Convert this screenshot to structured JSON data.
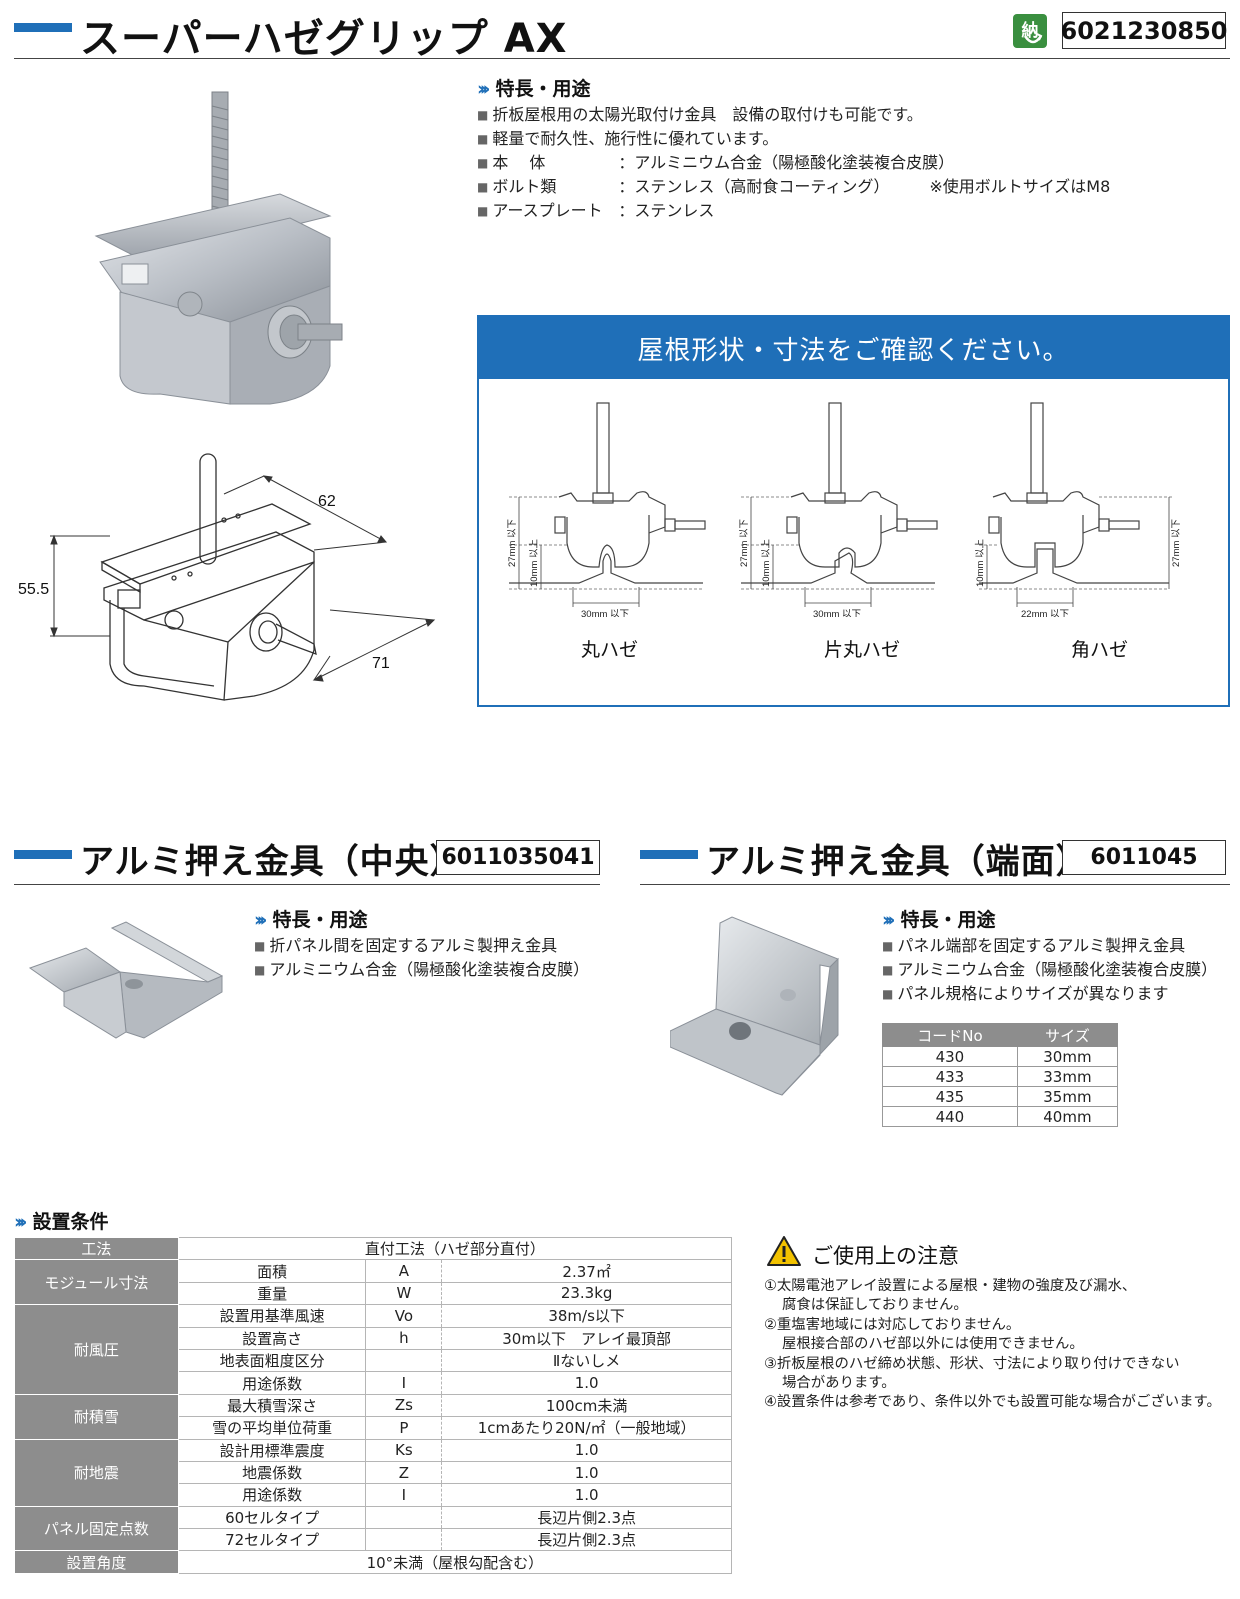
{
  "product1": {
    "title": "スーパーハゼグリップ AX",
    "delivery_badge": "納",
    "code": "6021230850",
    "features_title": "特長・用途",
    "features": [
      {
        "label": "",
        "text": "折板屋根用の太陽光取付け金具　設備の取付けも可能です。"
      },
      {
        "label": "",
        "text": "軽量で耐久性、施行性に優れています。"
      },
      {
        "label": "本　 体",
        "text": "：アルミニウム合金（陽極酸化塗装複合皮膜）"
      },
      {
        "label": "ボルト類",
        "text": "：ステンレス（高耐食コーティング）　　　※使用ボルトサイズはM8"
      },
      {
        "label": "アースプレート",
        "text": "：ステンレス"
      }
    ],
    "dimensions": {
      "width": "62",
      "depth": "71",
      "height": "55.5"
    }
  },
  "roof_box": {
    "title": "屋根形状・寸法をご確認ください。",
    "types": [
      {
        "name": "丸ハゼ",
        "dim_top": "27mm 以下",
        "dim_mid": "10mm 以上",
        "dim_bottom": "30mm 以下"
      },
      {
        "name": "片丸ハゼ",
        "dim_top": "27mm 以下",
        "dim_mid": "10mm 以上",
        "dim_bottom": "30mm 以下"
      },
      {
        "name": "角ハゼ",
        "dim_top": "27mm 以下",
        "dim_mid": "10mm 以上",
        "dim_bottom": "22mm 以下"
      }
    ]
  },
  "product2": {
    "title": "アルミ押え金具（中央）AX",
    "code": "6011035041",
    "features_title": "特長・用途",
    "features": [
      "折パネル間を固定するアルミ製押え金具",
      "アルミニウム合金（陽極酸化塗装複合皮膜）"
    ]
  },
  "product3": {
    "title": "アルミ押え金具（端面）AX",
    "code": "6011045",
    "features_title": "特長・用途",
    "features": [
      "パネル端部を固定するアルミ製押え金具",
      "アルミニウム合金（陽極酸化塗装複合皮膜）",
      "パネル規格によりサイズが異なります"
    ],
    "size_table": {
      "headers": [
        "コードNo",
        "サイズ"
      ],
      "rows": [
        [
          "430",
          "30mm"
        ],
        [
          "433",
          "33mm"
        ],
        [
          "435",
          "35mm"
        ],
        [
          "440",
          "40mm"
        ]
      ]
    }
  },
  "installation": {
    "title": "設置条件",
    "rows": {
      "method_label": "工法",
      "method_value": "直付工法（ハゼ部分直付）",
      "module_label": "モジュール寸法",
      "area_label": "面積",
      "area_sym": "A",
      "area_value": "2.37㎡",
      "weight_label": "重量",
      "weight_sym": "W",
      "weight_value": "23.3kg",
      "wind_label": "耐風圧",
      "wind_speed_label": "設置用基準風速",
      "wind_speed_sym": "Vo",
      "wind_speed_value": "38m/s以下",
      "height_label": "設置高さ",
      "height_sym": "h",
      "height_value": "30m以下　アレイ最頂部",
      "rough_label": "地表面粗度区分",
      "rough_value": "Ⅱないしメ",
      "use1_label": "用途係数",
      "use1_sym": "I",
      "use1_value": "1.0",
      "snow_label": "耐積雪",
      "snow_depth_label": "最大積雪深さ",
      "snow_depth_sym": "Zs",
      "snow_depth_value": "100cm未満",
      "snow_load_label": "雪の平均単位荷重",
      "snow_load_sym": "P",
      "snow_load_value": "1cmあたり20N/㎡（一般地域）",
      "quake_label": "耐地震",
      "quake_std_label": "設計用標準震度",
      "quake_std_sym": "Ks",
      "quake_std_value": "1.0",
      "zone_label": "地震係数",
      "zone_sym": "Z",
      "zone_value": "1.0",
      "use2_label": "用途係数",
      "use2_sym": "I",
      "use2_value": "1.0",
      "fix_label": "パネル固定点数",
      "cell60_label": "60セルタイプ",
      "cell60_value": "長辺片側2.3点",
      "cell72_label": "72セルタイプ",
      "cell72_value": "長辺片側2.3点",
      "angle_label": "設置角度",
      "angle_value": "10°未満（屋根勾配含む）"
    }
  },
  "caution": {
    "title": "ご使用上の注意",
    "items": [
      "①太陽電池アレイ設置による屋根・建物の強度及び漏水、",
      "腐食は保証しておりません。",
      "②重塩害地域には対応しておりません。",
      "屋根接合部のハゼ部以外には使用できません。",
      "③折板屋根のハゼ締め状態、形状、寸法により取り付けできない",
      "場合があります。",
      "④設置条件は参考であり、条件以外でも設置可能な場合がございます。"
    ]
  }
}
